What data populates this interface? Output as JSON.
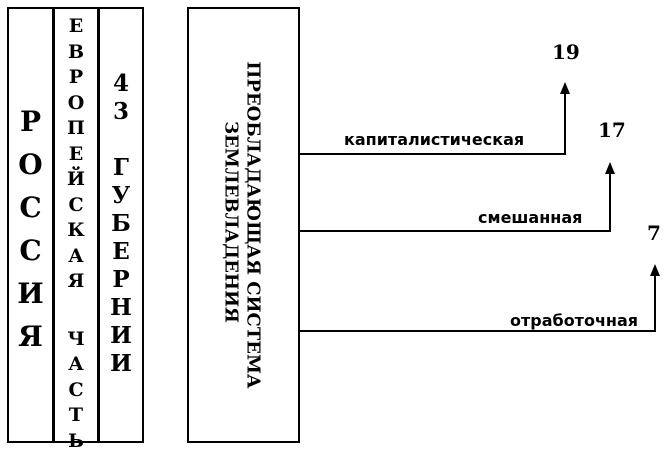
{
  "left_columns": [
    {
      "id": "russia",
      "text": "РОССИЯ"
    },
    {
      "id": "euro",
      "text": "ЕВРОПЕЙСКАЯ ЧАСТЬ"
    },
    {
      "id": "gubernii",
      "text": "43 ГУБЕРНИИ"
    }
  ],
  "main_box": {
    "line1": "ПРЕОБЛАДАЮЩАЯ СИСТЕМА",
    "line2": "ЗЕМЛЕВЛАДЕНИЯ"
  },
  "branches": [
    {
      "label": "капиталистическая",
      "value": "19"
    },
    {
      "label": "смешанная",
      "value": "17"
    },
    {
      "label": "отработочная",
      "value": "7"
    }
  ]
}
